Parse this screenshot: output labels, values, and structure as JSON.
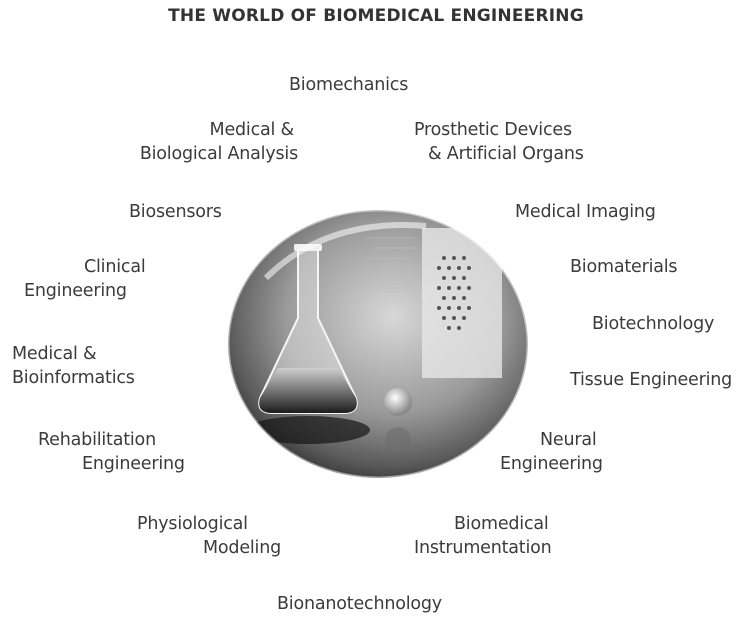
{
  "title": "THE WORLD OF BIOMEDICAL ENGINEERING",
  "fields": {
    "biomechanics": "Biomechanics",
    "medical_analysis_1": "Medical &",
    "medical_analysis_2": "Biological Analysis",
    "prosthetic_1": "Prosthetic Devices",
    "prosthetic_2": "& Artificial Organs",
    "biosensors": "Biosensors",
    "medical_imaging": "Medical Imaging",
    "clinical_1": "Clinical",
    "clinical_2": "Engineering",
    "biomaterials": "Biomaterials",
    "biotechnology": "Biotechnology",
    "bioinformatics_1": "Medical &",
    "bioinformatics_2": "Bioinformatics",
    "tissue": "Tissue Engineering",
    "rehab_1": "Rehabilitation",
    "rehab_2": "Engineering",
    "neural_1": "Neural",
    "neural_2": "Engineering",
    "physio_1": "Physiological",
    "physio_2": "Modeling",
    "instrumentation_1": "Biomedical",
    "instrumentation_2": "Instrumentation",
    "bionanotechnology": "Bionanotechnology"
  }
}
